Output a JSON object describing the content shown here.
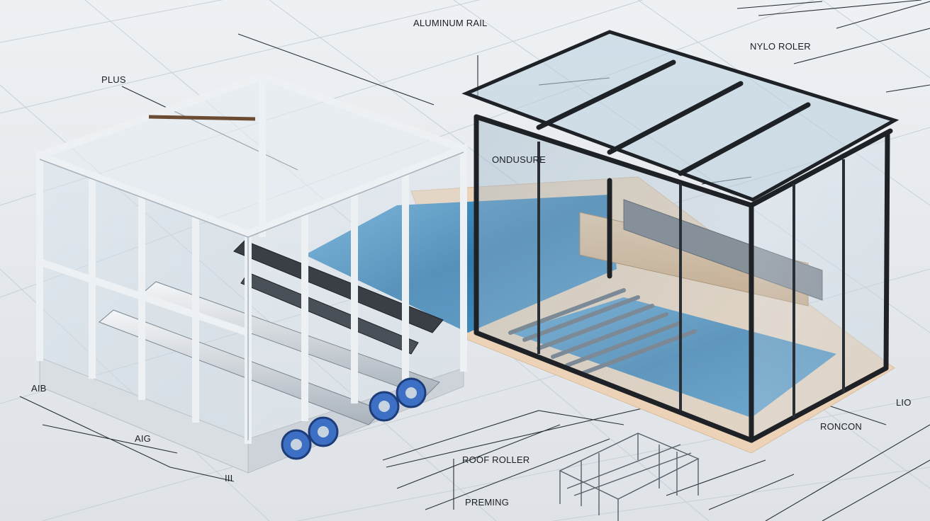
{
  "labels": {
    "aluminum_rail": "ALUMINUM RAIL",
    "nylo_roler": "NYLO ROLER",
    "plus": "PLUS",
    "ondusure": "ONDUSURE",
    "aib": "AIB",
    "aig": "AIG",
    "iii": "III",
    "lio": "LIO",
    "roncon": "RONCON",
    "roof_roller": "ROOF ROLLER",
    "preming": "PREMING"
  },
  "colors": {
    "background": "#e9edf1",
    "grid_line": "#c9cfd6",
    "white_frame": "#f4f6f8",
    "black_frame": "#1e2226",
    "pool_water": "#3f86b8",
    "pool_deck": "#ecd3b8",
    "roller_wheel": "#3d6fc4",
    "label_text": "#1b1f24"
  }
}
